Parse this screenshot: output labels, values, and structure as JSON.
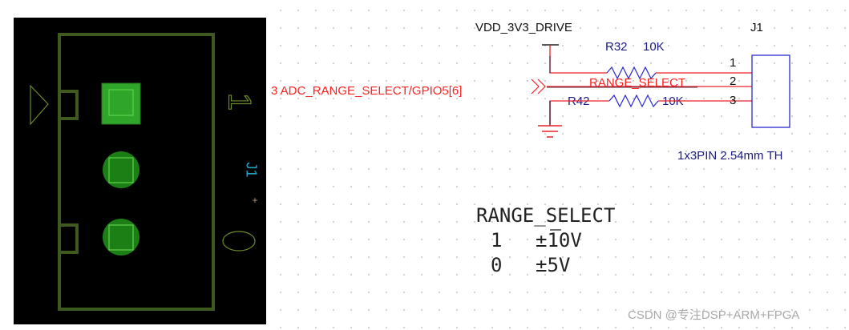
{
  "pcb": {
    "pin1_label": "1",
    "designator": "J1",
    "pin0_label": "0",
    "colors": {
      "background": "#000000",
      "outline": "#3e5a1e",
      "pad_square": "#2fa52a",
      "pad_round": "#1b7f16",
      "designator": "#1fa3c8"
    }
  },
  "schematic": {
    "power_net": "VDD_3V3_DRIVE",
    "r32_label": "R32",
    "r32_value": "10K",
    "r42_label": "R42",
    "r42_value": "10K",
    "net_label": "RANGE_SELECT",
    "port_label": "3 ADC_RANGE_SELECT/GPIO5[6]",
    "connector_ref": "J1",
    "connector_desc": "1x3PIN 2.54mm TH",
    "pins": [
      "1",
      "2",
      "3"
    ],
    "colors": {
      "wire": "#e8202a",
      "component": "#2a2ad0",
      "text": "#1a1a80",
      "net": "#ff2020"
    }
  },
  "table": {
    "title": "RANGE_SELECT",
    "rows": [
      {
        "value": "1",
        "range": "±10V"
      },
      {
        "value": "0",
        "range": "±5V"
      }
    ]
  },
  "watermark": "CSDN @专注DSP+ARM+FPGA"
}
